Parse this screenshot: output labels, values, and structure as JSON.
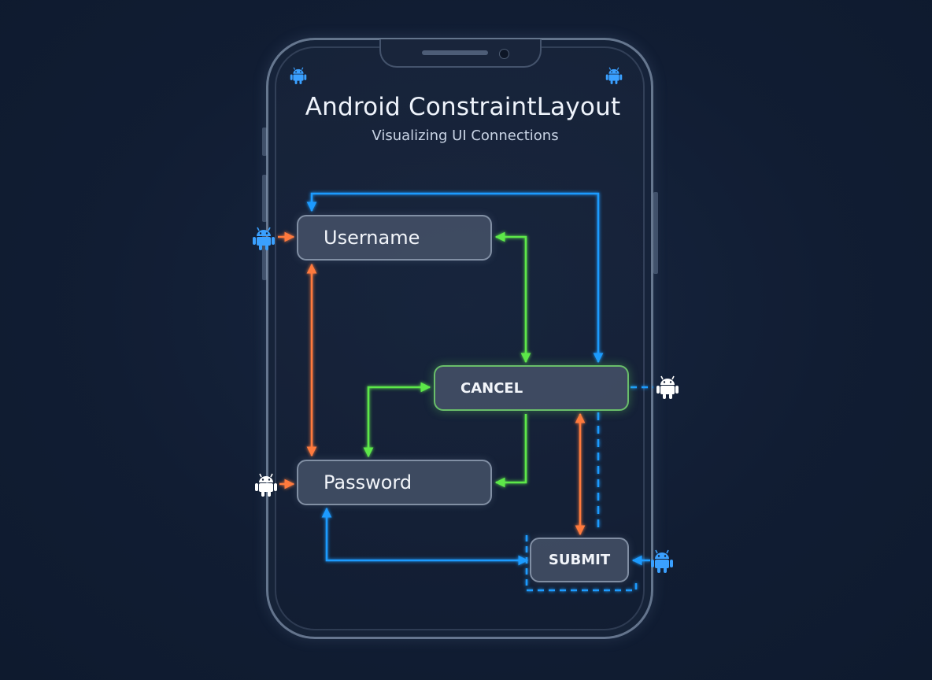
{
  "header": {
    "title": "Android ConstraintLayout",
    "subtitle": "Visualizing UI Connections"
  },
  "widgets": {
    "username": "Username",
    "password": "Password",
    "cancel": "CANCEL",
    "submit": "SUBMIT"
  },
  "icons": {
    "anchor": "android-icon"
  },
  "colors": {
    "background": "#111d33",
    "blue_constraint": "#1e9bff",
    "orange_constraint": "#ff7a3d",
    "green_constraint": "#5de84a",
    "android_blue": "#3aa0ff",
    "android_white": "#ffffff"
  }
}
